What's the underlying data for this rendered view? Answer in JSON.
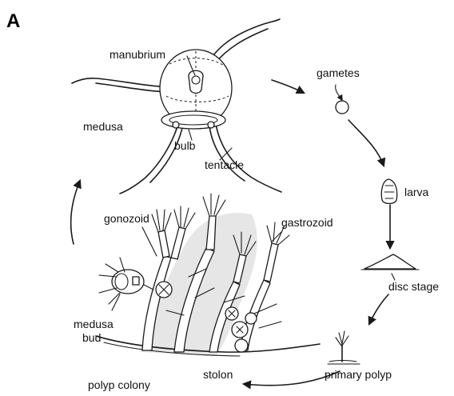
{
  "panel_label": "A",
  "labels": {
    "manubrium": "manubrium",
    "medusa": "medusa",
    "bulb": "bulb",
    "tentacle": "tentacle",
    "gametes": "gametes",
    "larva": "larva",
    "disc_stage": "disc stage",
    "primary_polyp": "primary polyp",
    "stolon": "stolon",
    "polyp_colony": "polyp colony",
    "gonozoid": "gonozoid",
    "gastrozoid": "gastrozoid",
    "medusa_bud_line1": "medusa",
    "medusa_bud_line2": "bud"
  },
  "colors": {
    "line": "#1a1a1a",
    "shade": "#e6e6e6",
    "background": "#ffffff"
  }
}
